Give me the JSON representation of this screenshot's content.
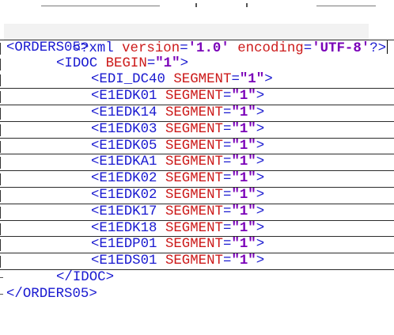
{
  "xml_declaration": {
    "open": "<?xml ",
    "version_attr": "version",
    "eq1": "=",
    "version_val": "'1.0'",
    "encoding_attr": "encoding",
    "eq2": "=",
    "encoding_val": "'UTF-8'",
    "close": "?>"
  },
  "lines": [
    {
      "tag": "<ORDERS05>"
    },
    {
      "open": "<IDOC ",
      "attr": "BEGIN",
      "eq": "=",
      "val": "\"1\"",
      "close": ">"
    },
    {
      "open": "<EDI_DC40 ",
      "attr": "SEGMENT",
      "eq": "=",
      "val": "\"1\"",
      "close": ">"
    },
    {
      "open": "<E1EDK01 ",
      "attr": "SEGMENT",
      "eq": "=",
      "val": "\"1\"",
      "close": ">"
    },
    {
      "open": "<E1EDK14 ",
      "attr": "SEGMENT",
      "eq": "=",
      "val": "\"1\"",
      "close": ">"
    },
    {
      "open": "<E1EDK03 ",
      "attr": "SEGMENT",
      "eq": "=",
      "val": "\"1\"",
      "close": ">"
    },
    {
      "open": "<E1EDK05 ",
      "attr": "SEGMENT",
      "eq": "=",
      "val": "\"1\"",
      "close": ">"
    },
    {
      "open": "<E1EDKA1 ",
      "attr": "SEGMENT",
      "eq": "=",
      "val": "\"1\"",
      "close": ">"
    },
    {
      "open": "<E1EDK02 ",
      "attr": "SEGMENT",
      "eq": "=",
      "val": "\"1\"",
      "close": ">"
    },
    {
      "open": "<E1EDK02 ",
      "attr": "SEGMENT",
      "eq": "=",
      "val": "\"1\"",
      "close": ">"
    },
    {
      "open": "<E1EDK17 ",
      "attr": "SEGMENT",
      "eq": "=",
      "val": "\"1\"",
      "close": ">"
    },
    {
      "open": "<E1EDK18 ",
      "attr": "SEGMENT",
      "eq": "=",
      "val": "\"1\"",
      "close": ">"
    },
    {
      "open": "<E1EDP01 ",
      "attr": "SEGMENT",
      "eq": "=",
      "val": "\"1\"",
      "close": ">"
    },
    {
      "open": "<E1EDS01 ",
      "attr": "SEGMENT",
      "eq": "=",
      "val": "\"1\"",
      "close": ">"
    },
    {
      "tag": "</IDOC>"
    },
    {
      "tag": "</ORDERS05>"
    }
  ],
  "colors": {
    "tag": "#1a1ad0",
    "attribute": "#cc1a1a",
    "value": "#7a00b8"
  }
}
